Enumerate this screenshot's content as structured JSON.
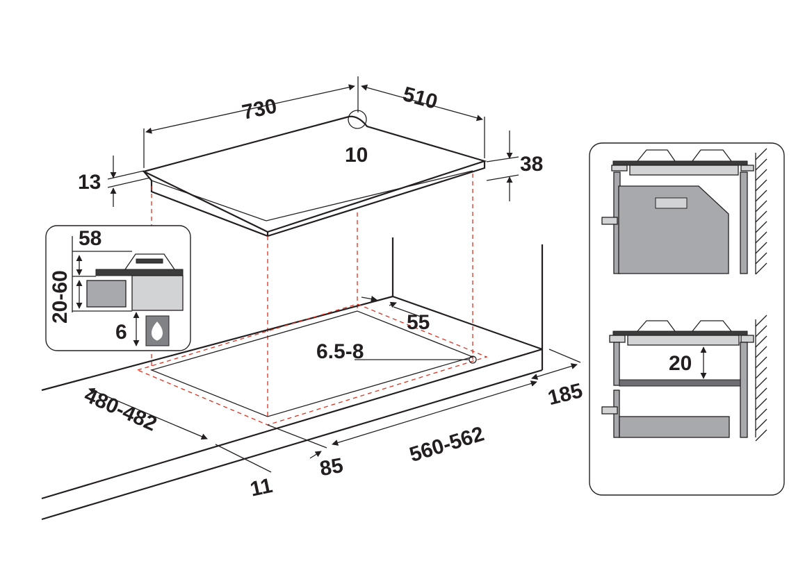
{
  "dimensions": {
    "width_top": "730",
    "depth_top": "510",
    "corner": "10",
    "thickness_left": "13",
    "height_right": "38",
    "inset_58": "58",
    "inset_range": "20-60",
    "inset_6": "6",
    "cutout_55": "55",
    "hole": "6.5-8",
    "cutout_depth": "480-482",
    "cutout_width": "560-562",
    "front_85": "85",
    "rear_185": "185",
    "edge_11": "11",
    "oven_gap": "20"
  },
  "colors": {
    "line": "#231f20",
    "guide": "#e0301e",
    "cabinet": "#a7a9ac",
    "oven": "#d1d3d4"
  },
  "icons": [
    "gas-flame-icon",
    "burner-icon",
    "wall-hatch-icon"
  ]
}
